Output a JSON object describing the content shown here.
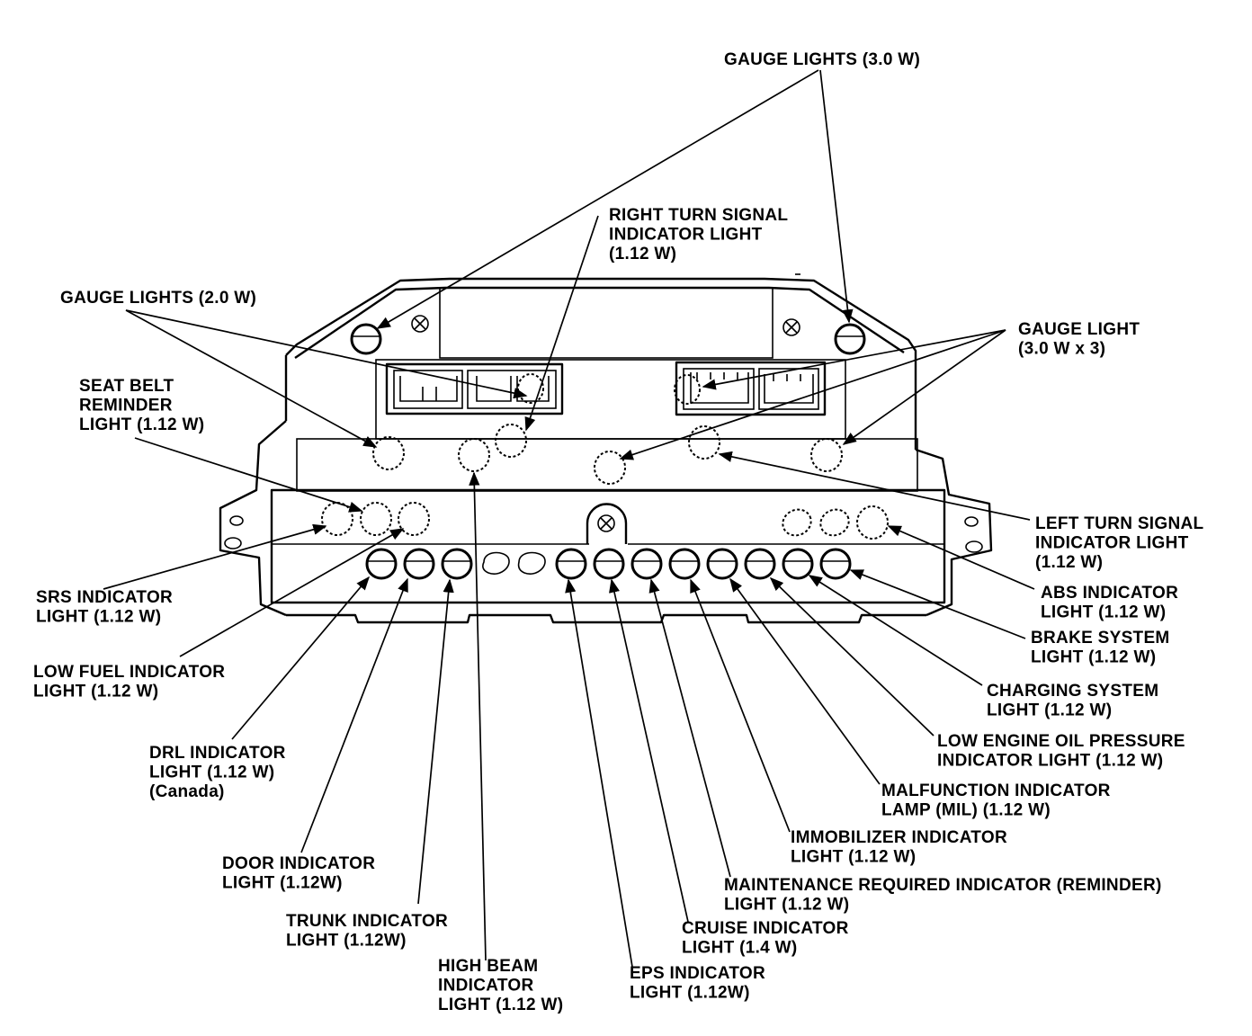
{
  "labels": {
    "gauge_lights_3w": [
      "GAUGE LIGHTS (3.0 W)"
    ],
    "right_turn": [
      "RIGHT TURN SIGNAL",
      "INDICATOR LIGHT",
      "(1.12 W)"
    ],
    "gauge_lights_2w": [
      "GAUGE LIGHTS (2.0 W)"
    ],
    "gauge_light_3x3": [
      "GAUGE LIGHT",
      "(3.0 W x 3)"
    ],
    "seat_belt": [
      "SEAT BELT",
      "REMINDER",
      "LIGHT (1.12 W)"
    ],
    "left_turn": [
      "LEFT TURN SIGNAL",
      "INDICATOR LIGHT",
      "(1.12 W)"
    ],
    "abs": [
      "ABS INDICATOR",
      "LIGHT (1.12 W)"
    ],
    "srs": [
      "SRS INDICATOR",
      "LIGHT (1.12 W)"
    ],
    "brake": [
      "BRAKE SYSTEM",
      "LIGHT (1.12 W)"
    ],
    "low_fuel": [
      "LOW FUEL INDICATOR",
      "LIGHT (1.12 W)"
    ],
    "charging": [
      "CHARGING SYSTEM",
      "LIGHT (1.12 W)"
    ],
    "drl": [
      "DRL INDICATOR",
      "LIGHT (1.12 W)",
      "(Canada)"
    ],
    "low_oil": [
      "LOW ENGINE OIL PRESSURE",
      "INDICATOR LIGHT (1.12 W)"
    ],
    "mil": [
      "MALFUNCTION INDICATOR",
      "LAMP (MIL) (1.12 W)"
    ],
    "door": [
      "DOOR INDICATOR",
      "LIGHT (1.12W)"
    ],
    "immobilizer": [
      "IMMOBILIZER INDICATOR",
      "LIGHT (1.12 W)"
    ],
    "maintenance": [
      "MAINTENANCE REQUIRED INDICATOR (REMINDER)",
      "LIGHT (1.12 W)"
    ],
    "trunk": [
      "TRUNK INDICATOR",
      "LIGHT (1.12W)"
    ],
    "cruise": [
      "CRUISE INDICATOR",
      "LIGHT (1.4 W)"
    ],
    "high_beam": [
      "HIGH BEAM",
      "INDICATOR",
      "LIGHT (1.12 W)"
    ],
    "eps": [
      "EPS INDICATOR",
      "LIGHT (1.12W)"
    ]
  }
}
